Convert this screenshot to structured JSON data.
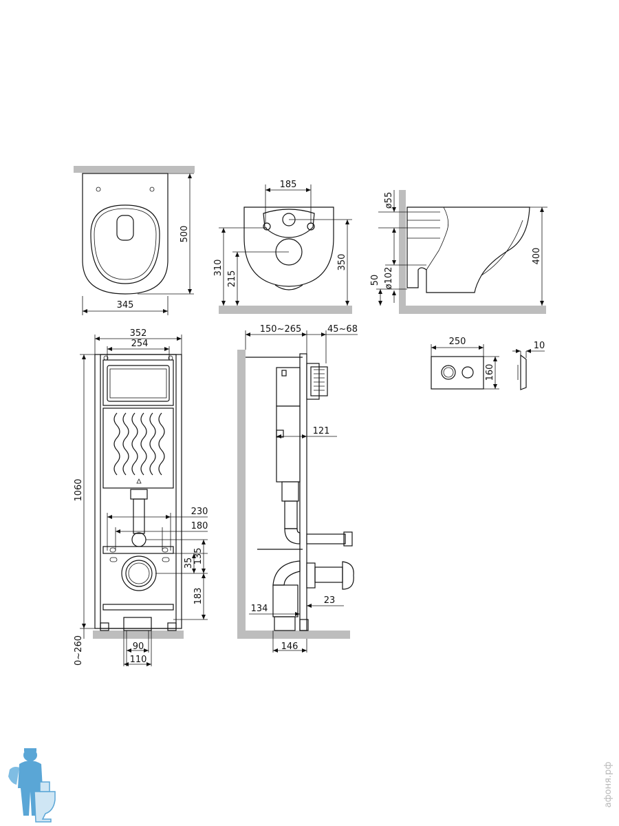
{
  "top_view": {
    "height": "500",
    "width": "345"
  },
  "front_view": {
    "hole_span": "185",
    "height_310": "310",
    "height_215": "215",
    "height_350": "350"
  },
  "side_view": {
    "d55": "ø55",
    "d102": "ø102",
    "h50": "50",
    "h400": "400"
  },
  "frame_front": {
    "w352": "352",
    "w254": "254",
    "h1060": "1060",
    "w230": "230",
    "w180": "180",
    "h135": "135",
    "h35": "35",
    "h183": "183",
    "w90": "90",
    "w110": "110",
    "h0260": "0~260"
  },
  "frame_side": {
    "d150265": "150~265",
    "d4568": "45~68",
    "d121": "121",
    "d134": "134",
    "d23": "23",
    "d146": "146"
  },
  "flush_plate": {
    "w250": "250",
    "h160": "160",
    "t10": "10"
  },
  "watermark": "афоня.рф",
  "colors": {
    "line": "#111111",
    "ground": "#bdbdbd",
    "watermark": "#b8b8b8",
    "mascot": "#5aa6d6"
  }
}
